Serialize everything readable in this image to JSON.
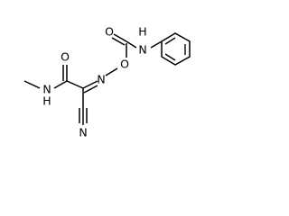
{
  "atoms": {
    "carbonyl_o_left": "O",
    "amide_n_left": "N",
    "amide_h_left": "H",
    "oxime_n": "N",
    "ester_o": "O",
    "carbonyl_o_right": "O",
    "amide_n_right": "N",
    "amide_h_right": "H",
    "nitrile_n": "N"
  }
}
